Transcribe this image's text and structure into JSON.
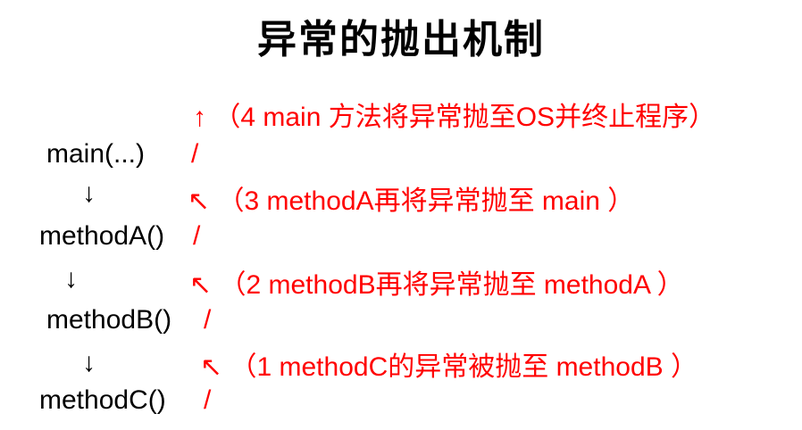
{
  "title": "异常的抛出机制",
  "colors": {
    "text": "#000000",
    "annotation": "#ff0000",
    "background": "#ffffff"
  },
  "call_stack": [
    {
      "label": "main(...)",
      "connector": "/"
    },
    {
      "label": "methodA()",
      "connector": "/"
    },
    {
      "label": "methodB()",
      "connector": "/"
    },
    {
      "label": "methodC()",
      "connector": "/"
    }
  ],
  "down_arrows": [
    "↓",
    "↓",
    "↓"
  ],
  "annotations": [
    {
      "step": 4,
      "arrow": "↑",
      "text": "（4 main 方法将异常抛至OS并终止程序）"
    },
    {
      "step": 3,
      "arrow": "↖",
      "text": "（3 methodA再将异常抛至 main ）"
    },
    {
      "step": 2,
      "arrow": "↖",
      "text": "（2 methodB再将异常抛至 methodA ）"
    },
    {
      "step": 1,
      "arrow": "↖",
      "text": "（1 methodC的异常被抛至 methodB ）"
    }
  ]
}
